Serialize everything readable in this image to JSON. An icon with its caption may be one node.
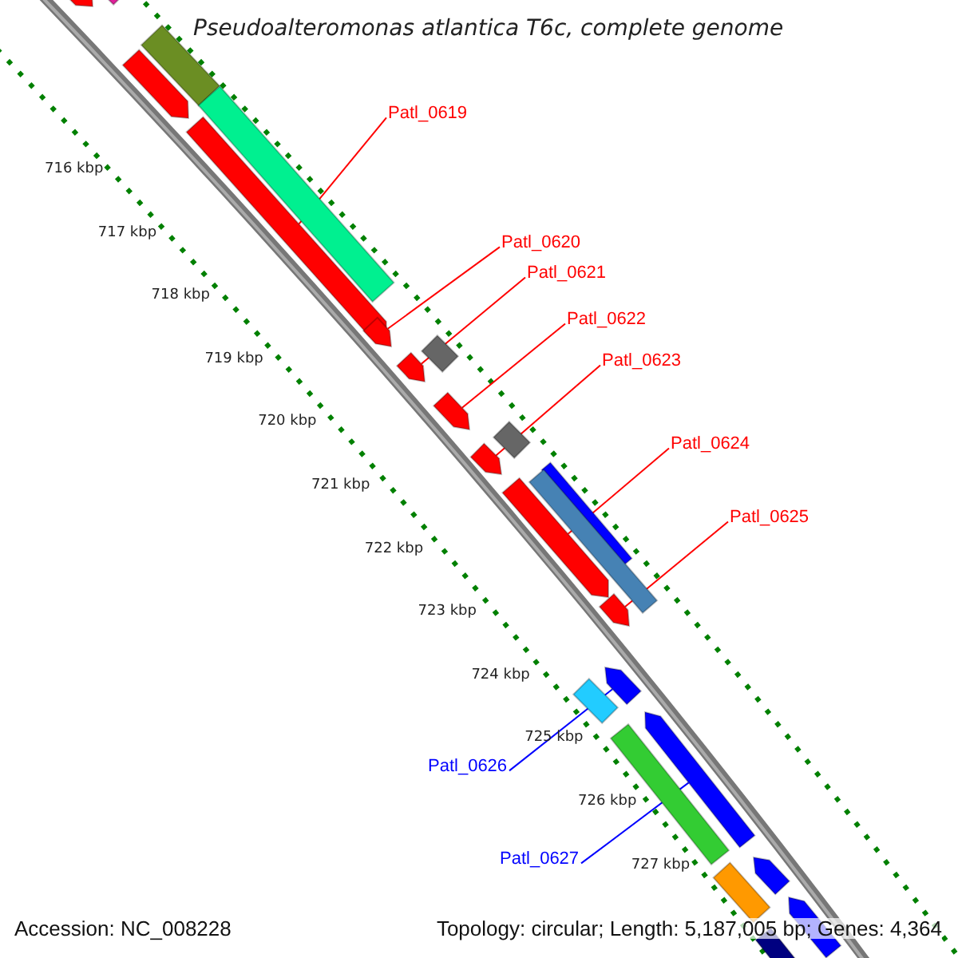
{
  "diagram": {
    "title": "Pseudoalteromonas atlantica T6c, complete genome",
    "nodes": [
      {
        "text": [
          "Patl_0619"
        ]
      },
      {
        "text": [
          "Patl_0620"
        ]
      },
      {
        "text": [
          "Patl_0621"
        ]
      },
      {
        "text": [
          "Patl_0622"
        ]
      },
      {
        "text": [
          "Patl_0623"
        ]
      },
      {
        "text": [
          "Patl_0624"
        ]
      },
      {
        "text": [
          "Patl_0625"
        ]
      },
      {
        "text": [
          "Patl_0626"
        ]
      },
      {
        "text": [
          "Patl_0627"
        ]
      },
      {
        "text": [],
        "shape": "bar"
      },
      {
        "text": [],
        "shape": "bar"
      },
      {
        "text": [],
        "shape": "bar"
      },
      {
        "text": [],
        "shape": "bar"
      },
      {
        "text": [],
        "shape": "bar"
      },
      {
        "text": [],
        "shape": "bar"
      },
      {
        "text": [],
        "shape": "bar"
      },
      {
        "text": [],
        "shape": "bar"
      },
      {
        "text": [],
        "shape": "bar"
      },
      {
        "text": [],
        "shape": "bar"
      },
      {
        "text": [],
        "shape": "bar"
      },
      {
        "text": [],
        "shape": "bar"
      },
      {
        "text": [],
        "shape": "bar"
      },
      {
        "text": [],
        "shape": "bar"
      },
      {
        "text": [],
        "shape": "bar"
      },
      {
        "text": [],
        "shape": "bar"
      },
      {
        "text": [],
        "shape": "bar"
      },
      {
        "text": [],
        "shape": "bar"
      },
      {
        "text": [],
        "shape": "bar"
      },
      {
        "text": [],
        "shape": "bar"
      },
      {
        "text": [],
        "shape": "bar"
      },
      {
        "text": [],
        "shape": "bar"
      },
      {
        "text": [],
        "shape": "bar"
      },
      {
        "text": [],
        "shape": "bar"
      }
    ],
    "edges": [
      {
        "from": 0,
        "to": 14,
        "arrow": "none"
      },
      {
        "from": 1,
        "to": 15,
        "arrow": "none"
      },
      {
        "from": 2,
        "to": 17,
        "arrow": "none"
      },
      {
        "from": 3,
        "to": 18,
        "arrow": "none"
      },
      {
        "from": 4,
        "to": 20,
        "arrow": "none"
      },
      {
        "from": 5,
        "to": 23,
        "arrow": "none"
      },
      {
        "from": 6,
        "to": 24,
        "arrow": "none"
      },
      {
        "from": 7,
        "to": 25,
        "arrow": "none",
        "color": "#0000ff"
      },
      {
        "from": 8,
        "to": 27,
        "arrow": "none",
        "color": "#0000ff"
      }
    ],
    "labels": [
      "716 kbp",
      "717 kbp",
      "718 kbp",
      "719 kbp",
      "720 kbp",
      "721 kbp",
      "722 kbp",
      "723 kbp",
      "724 kbp",
      "725 kbp",
      "726 kbp",
      "727 kbp",
      "Accession: NC_008228",
      "Topology: circular; Length: 5,187,005 bp; Genes: 4,364"
    ]
  }
}
